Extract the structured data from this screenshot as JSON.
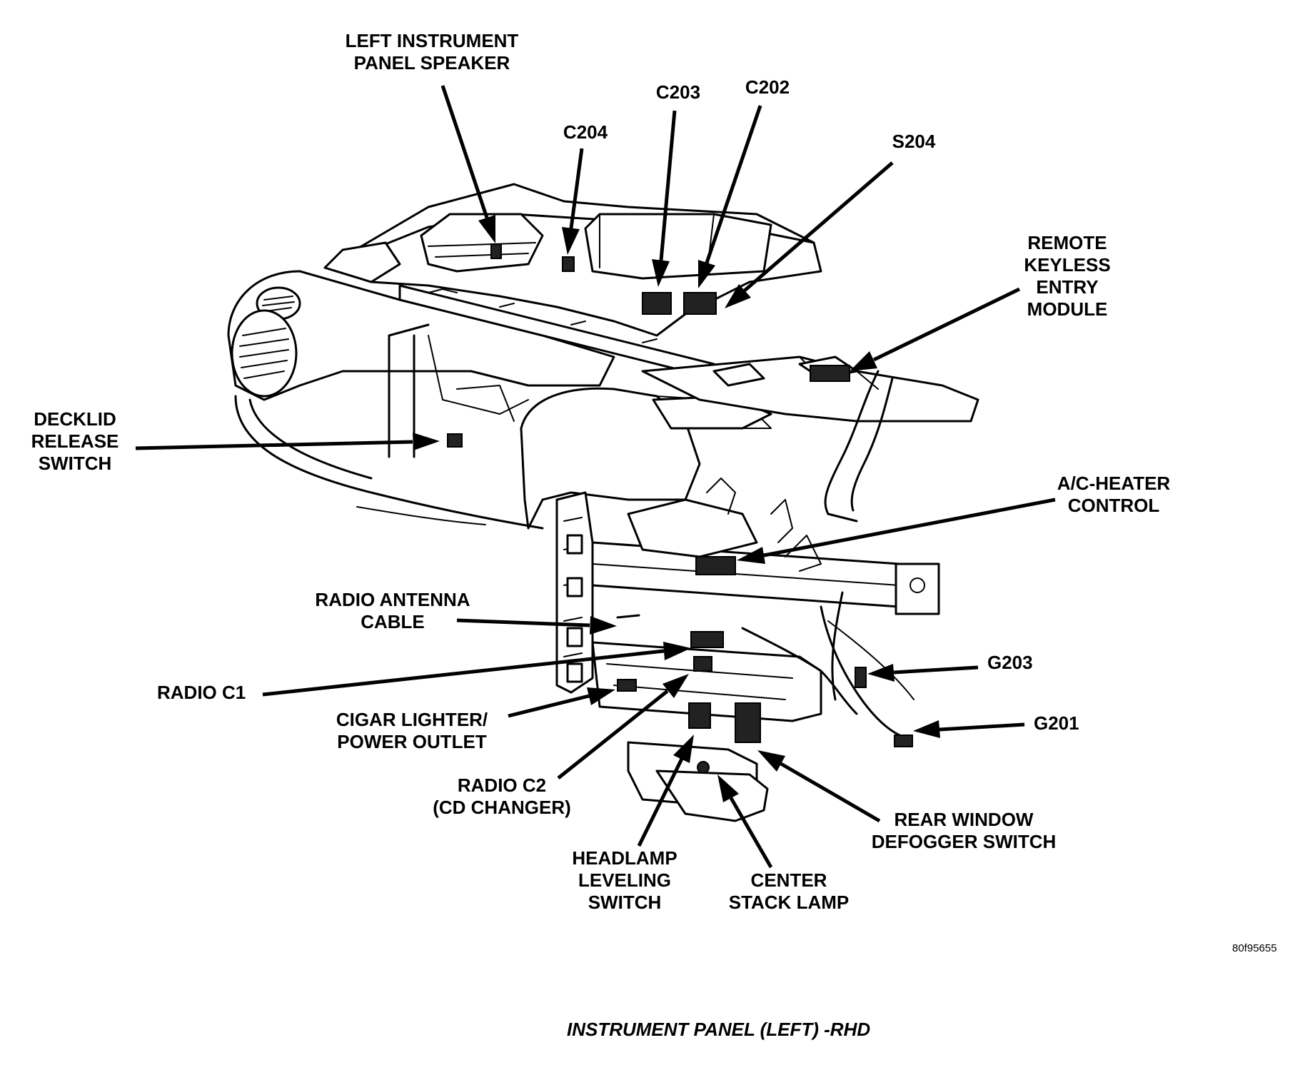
{
  "labels": {
    "left_speaker": "LEFT INSTRUMENT\nPANEL SPEAKER",
    "c204": "C204",
    "c203": "C203",
    "c202": "C202",
    "s204": "S204",
    "remote_keyless": "REMOTE\nKEYLESS\nENTRY\nMODULE",
    "decklid": "DECKLID\nRELEASE\nSWITCH",
    "ac_heater": "A/C-HEATER\nCONTROL",
    "radio_antenna": "RADIO ANTENNA\nCABLE",
    "radio_c1": "RADIO C1",
    "g203": "G203",
    "cigar_lighter": "CIGAR LIGHTER/\nPOWER OUTLET",
    "g201": "G201",
    "radio_c2": "RADIO C2\n(CD CHANGER)",
    "rear_window": "REAR WINDOW\nDEFOGGER SWITCH",
    "headlamp": "HEADLAMP\nLEVELING\nSWITCH",
    "center_stack": "CENTER\nSTACK LAMP"
  },
  "figure_id": "80f95655",
  "caption": "INSTRUMENT PANEL (LEFT) -RHD"
}
